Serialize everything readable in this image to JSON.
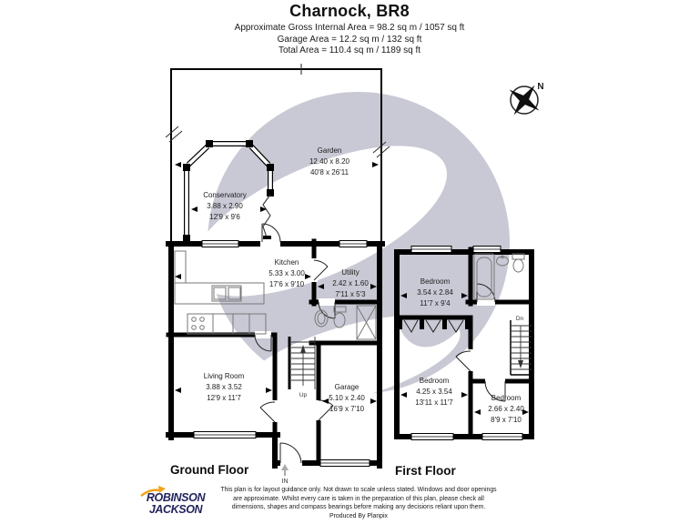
{
  "header": {
    "title": "Charnock, BR8",
    "area_lines": [
      "Approximate Gross Internal Area = 98.2 sq m / 1057 sq ft",
      "Garage Area = 12.2 sq m / 132 sq ft",
      "Total Area = 110.4 sq m / 1189 sq ft"
    ]
  },
  "compass": {
    "north_label": "N"
  },
  "ground_floor": {
    "label": "Ground Floor",
    "entrance_label": "IN",
    "stairs_label": "Up",
    "garden": {
      "name": "Garden",
      "metric": "12.40 x 8.20",
      "imperial": "40'8 x 26'11"
    },
    "conservatory": {
      "name": "Conservatory",
      "metric": "3.88 x 2.90",
      "imperial": "12'9 x 9'6"
    },
    "kitchen": {
      "name": "Kitchen",
      "metric": "5.33 x 3.00",
      "imperial": "17'6 x 9'10"
    },
    "utility": {
      "name": "Utility",
      "metric": "2.42 x 1.60",
      "imperial": "7'11 x 5'3"
    },
    "living_room": {
      "name": "Living Room",
      "metric": "3.88 x 3.52",
      "imperial": "12'9 x 11'7"
    },
    "garage": {
      "name": "Garage",
      "metric": "5.10 x 2.40",
      "imperial": "16'9 x 7'10"
    }
  },
  "first_floor": {
    "label": "First Floor",
    "stairs_label": "Dn",
    "bedroom_front": {
      "name": "Bedroom",
      "metric": "3.54 x 2.84",
      "imperial": "11'7 x 9'4"
    },
    "bedroom_main": {
      "name": "Bedroom",
      "metric": "4.25 x 3.54",
      "imperial": "13'11 x 11'7"
    },
    "bedroom_small": {
      "name": "Bedroom",
      "metric": "2.66 x 2.40",
      "imperial": "8'9 x 7'10"
    }
  },
  "footer": {
    "agency_name_line1": "ROBINSON",
    "agency_name_line2": "JACKSON",
    "disclaimer": [
      "This plan is for layout guidance only. Not drawn to scale unless stated. Windows and door openings",
      "are approximate. Whilst every care is taken in the preparation of this plan, please check all",
      "dimensions, shapes and compass bearings before making any decisions reliant upon them.",
      "Produced By Planpix"
    ]
  },
  "colors": {
    "watermark": "#c9c9d5",
    "wall": "#000000",
    "logo_navy": "#23245c",
    "logo_orange": "#f0a31c"
  }
}
